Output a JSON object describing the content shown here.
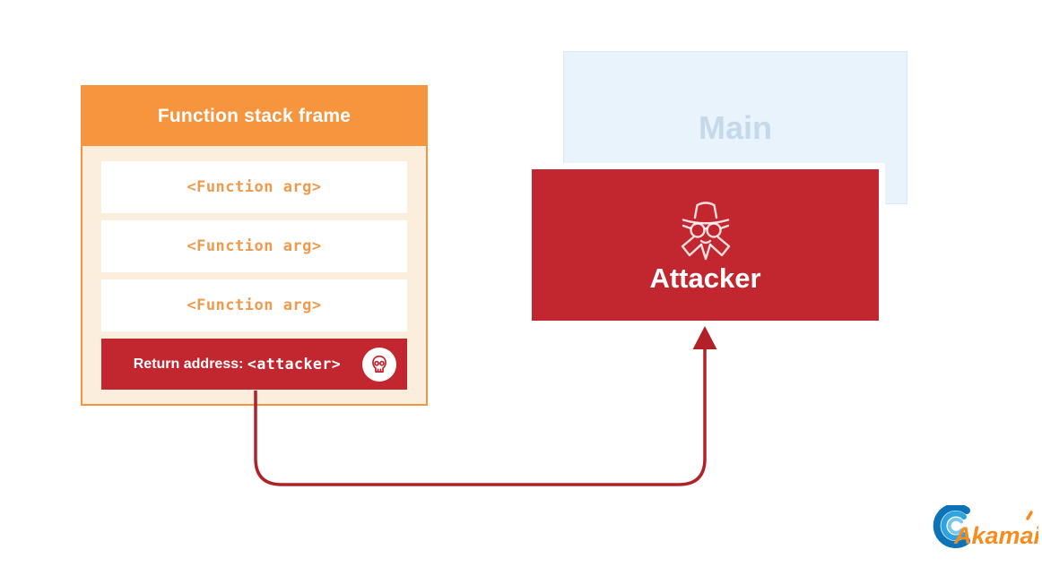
{
  "diagram": {
    "type": "security-concept-diagram",
    "topic": "stack buffer overflow return-address hijack"
  },
  "stack_frame": {
    "title": "Function stack frame",
    "rows": [
      "<Function arg>",
      "<Function arg>",
      "<Function arg>"
    ],
    "return_row": {
      "label": "Return address: ",
      "value": "<attacker>",
      "icon": "skull-icon"
    },
    "colors": {
      "header_bg": "#F6953D",
      "body_bg": "#FCEEDC",
      "row_bg": "#FFFFFF",
      "row_text": "#EF9A4D",
      "return_bg": "#C2272F",
      "return_text": "#FFFFFF"
    }
  },
  "main_box": {
    "label": "Main",
    "colors": {
      "bg": "#E8F3FB",
      "border": "#D9E7F4",
      "text": "#C4D9EC"
    }
  },
  "attacker_box": {
    "label": "Attacker",
    "icon": "spy-icon",
    "colors": {
      "bg": "#C2272F",
      "text": "#FFFFFF"
    }
  },
  "arrow": {
    "from": "return-address-row",
    "to": "attacker-box",
    "color": "#B22127"
  },
  "logo": {
    "text": "Akamai",
    "colors": {
      "text": "#F68B1E",
      "swirl_dark": "#0C73B8",
      "swirl_mid": "#2FA3DE",
      "swirl_light": "#7CC8EC"
    }
  }
}
